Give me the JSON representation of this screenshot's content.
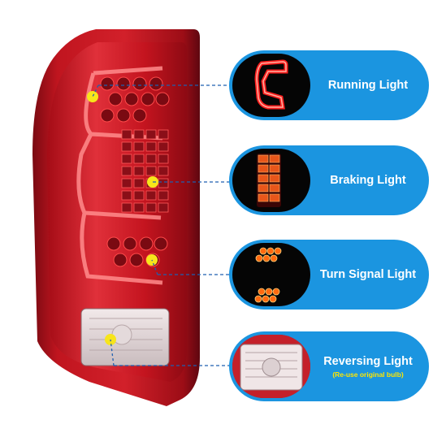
{
  "features": [
    {
      "label": "Running Light",
      "sub": ""
    },
    {
      "label": "Braking Light",
      "sub": ""
    },
    {
      "label": "Turn Signal Light",
      "sub": ""
    },
    {
      "label": "Reversing Light",
      "sub": "(Re-use original bulb)"
    }
  ],
  "colors": {
    "pill": "#1b95e0",
    "lens_red": "#c8101c",
    "marker": "#f7e51b",
    "leader": "#1e5fb0"
  }
}
